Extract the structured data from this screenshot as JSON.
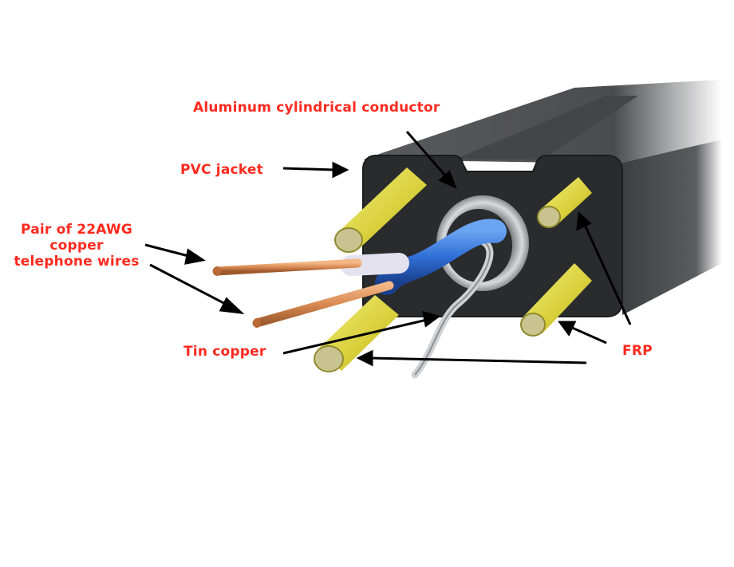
{
  "labels": {
    "aluminum_conductor": "Aluminum cylindrical conductor",
    "pvc_jacket": "PVC jacket",
    "pair_line1": "Pair of 22AWG",
    "pair_line2": "copper",
    "pair_line3": "telephone wires",
    "tin_copper": "Tin copper",
    "frp": "FRP"
  },
  "colors": {
    "label_text": "#ff2a1f",
    "jacket": "#3a3b3d",
    "jacket_face": "#2a2b2d",
    "frp_yellow": "#e8e04a",
    "copper": "#d98a52",
    "blue_insulation": "#2f6fd6",
    "arrow": "#000000"
  }
}
